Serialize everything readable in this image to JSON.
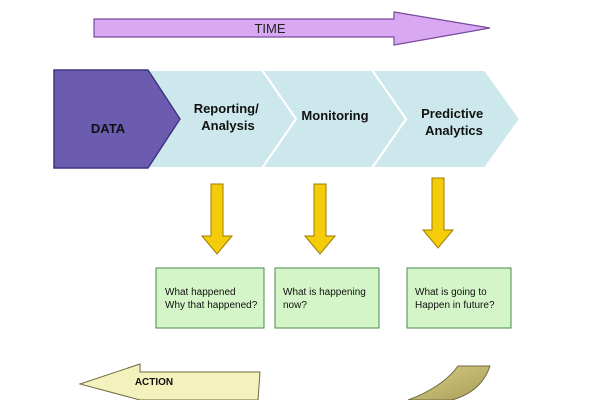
{
  "time_arrow": {
    "label": "TIME",
    "fill": "#d9a8f2",
    "stroke": "#7a4aa0"
  },
  "stages": [
    {
      "id": "data",
      "lines": [
        "DATA"
      ],
      "fill": "#6b5cb0",
      "stroke": "#3e3480"
    },
    {
      "id": "reporting",
      "lines": [
        "Reporting/",
        "Analysis"
      ],
      "fill": "#cde8ec",
      "stroke": "#ffffff"
    },
    {
      "id": "monitoring",
      "lines": [
        "Monitoring"
      ],
      "fill": "#cde8ec",
      "stroke": "#ffffff"
    },
    {
      "id": "predictive",
      "lines": [
        "Predictive",
        "Analytics"
      ],
      "fill": "#cde8ec",
      "stroke": "#ffffff"
    }
  ],
  "down_arrow_color": "#f5cc0a",
  "down_arrow_stroke": "#9a7d00",
  "notes": [
    {
      "id": "reporting",
      "lines": [
        "What happened",
        "Why that happened?"
      ]
    },
    {
      "id": "monitoring",
      "lines": [
        "What is happening",
        "now?"
      ]
    },
    {
      "id": "predictive",
      "lines": [
        "What is going to",
        "Happen in future?"
      ]
    }
  ],
  "note_fill": "#d4f5c8",
  "note_stroke": "#4a8a4a",
  "action": {
    "label": "ACTION",
    "fill": "#f4f2bc",
    "curve_fill": "#c9c07a",
    "stroke": "#6e6a40"
  }
}
